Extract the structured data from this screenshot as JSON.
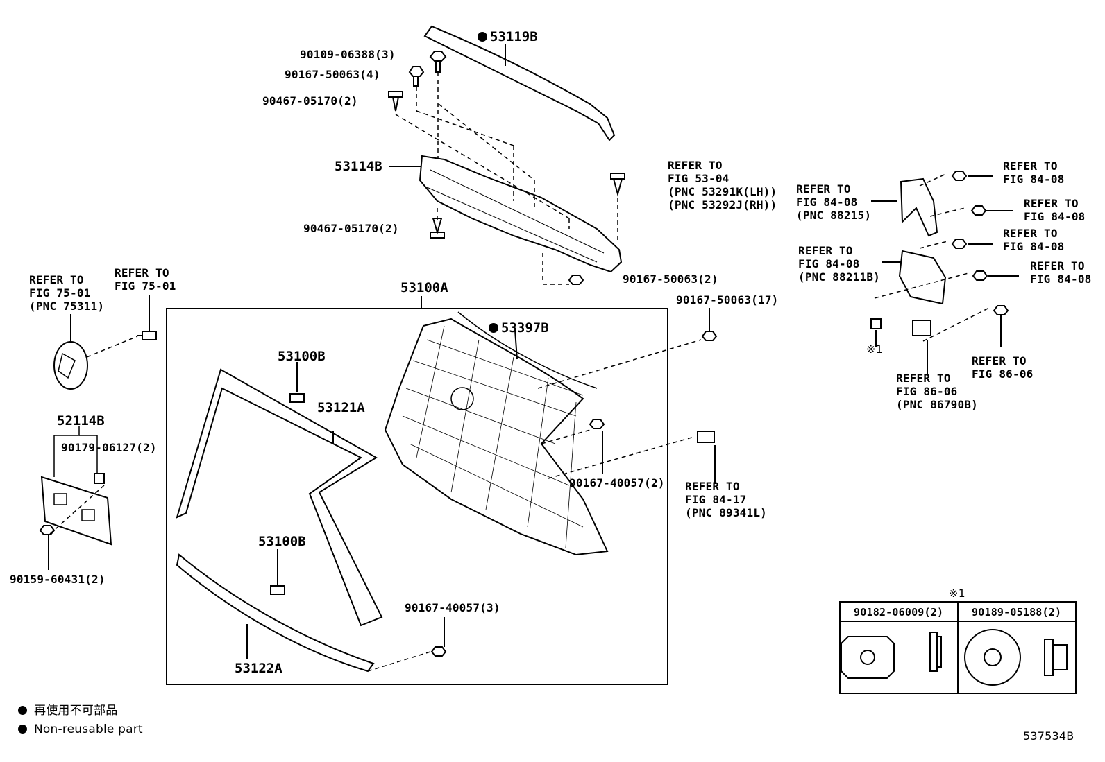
{
  "diagram": {
    "reference_code": "537534B",
    "legend": {
      "japanese": "再使用不可部品",
      "english": "Non-reusable part"
    },
    "labels": {
      "p53119B": "53119B",
      "p90109_06388": "90109-06388(3)",
      "p90167_50063_4": "90167-50063(4)",
      "p90467_05170_top": "90467-05170(2)",
      "p53114B": "53114B",
      "p90467_05170_bot": "90467-05170(2)",
      "p90167_50063_2": "90167-50063(2)",
      "p53100A": "53100A",
      "p90167_50063_17": "90167-50063(17)",
      "p53397B": "53397B",
      "p53100B_top": "53100B",
      "p53121A": "53121A",
      "p52114B": "52114B",
      "p90179_06127": "90179-06127(2)",
      "p90159_60431": "90159-60431(2)",
      "p53100B_bot": "53100B",
      "p90167_40057_2": "90167-40057(2)",
      "p90167_40057_3": "90167-40057(3)",
      "p53122A": "53122A"
    },
    "refer_fig_53_04": [
      "REFER TO",
      "FIG 53-04",
      "(PNC 53291K(LH))",
      "(PNC 53292J(RH))"
    ],
    "refer_fig_75_01_pnc": [
      "REFER TO",
      "FIG 75-01",
      "(PNC 75311)"
    ],
    "refer_fig_75_01": [
      "REFER TO",
      "FIG 75-01"
    ],
    "refer_fig_84_17": [
      "REFER TO",
      "FIG 84-17",
      "(PNC 89341L)"
    ],
    "refer_84_08_a": [
      "REFER TO",
      "FIG 84-08"
    ],
    "refer_84_08_pnc88215": [
      "REFER TO",
      "FIG 84-08",
      "(PNC 88215)"
    ],
    "refer_84_08_b": [
      "REFER TO",
      "FIG 84-08"
    ],
    "refer_84_08_c": [
      "REFER TO",
      "FIG 84-08"
    ],
    "refer_84_08_pnc88211B": [
      "REFER TO",
      "FIG 84-08",
      "(PNC 88211B)"
    ],
    "refer_84_08_d": [
      "REFER TO",
      "FIG 84-08"
    ],
    "refer_86_06_pnc": [
      "REFER TO",
      "FIG 86-06",
      "(PNC 86790B)"
    ],
    "refer_86_06": [
      "REFER TO",
      "FIG 86-06"
    ],
    "note_mark": "※1",
    "table": {
      "mark": "※1",
      "col1": "90182-06009(2)",
      "col2": "90189-05188(2)"
    }
  }
}
